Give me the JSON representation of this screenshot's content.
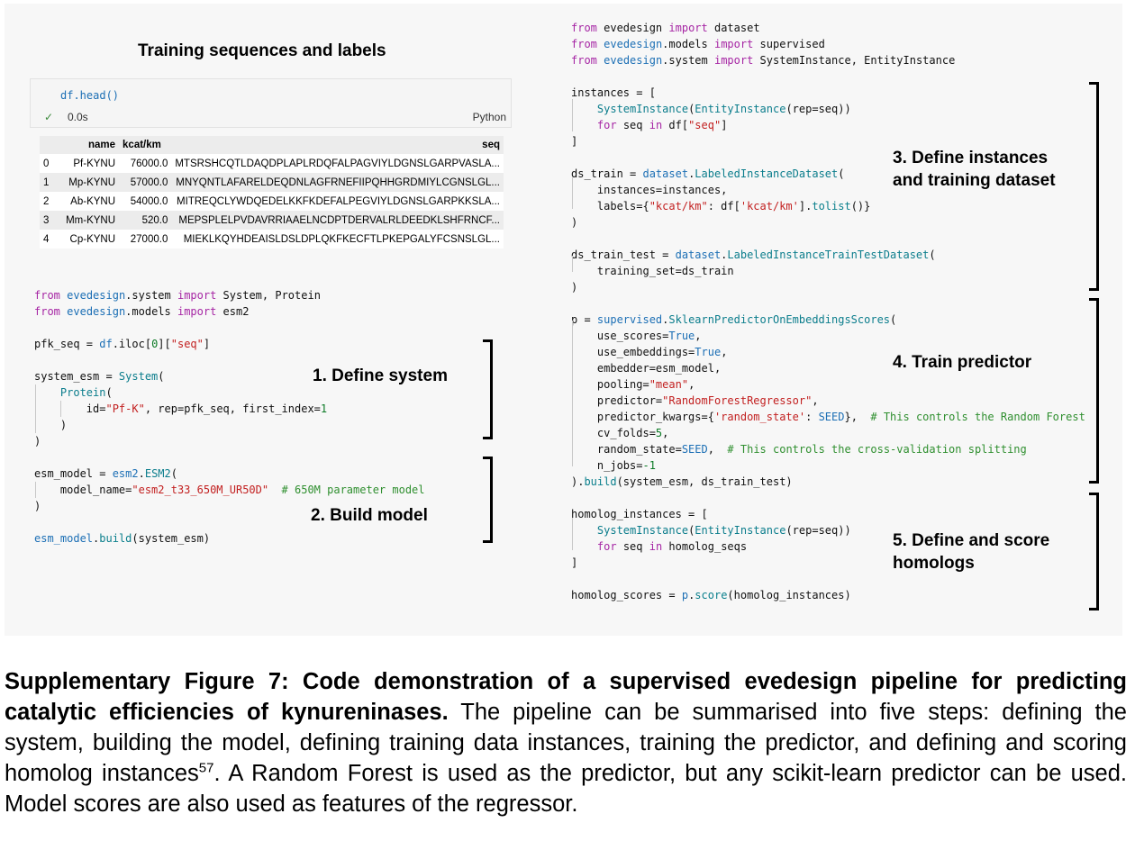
{
  "table_panel": {
    "title": "Training sequences and labels",
    "cell_code": "df.head()",
    "status_check": "✓",
    "exec_time": "0.0s",
    "language": "Python",
    "columns": [
      "",
      "name",
      "kcat/km",
      "seq"
    ],
    "rows": [
      [
        "0",
        "Pf-KYNU",
        "76000.0",
        "MTSRSHCQTLDAQDPLAPLRDQFALPAGVIYLDGNSLGARPVASLA..."
      ],
      [
        "1",
        "Mp-KYNU",
        "57000.0",
        "MNYQNTLAFARELDEQDNLAGFRNEFIIPQHHGRDMIYLCGNSLGL..."
      ],
      [
        "2",
        "Ab-KYNU",
        "54000.0",
        "MITREQCLYWDQEDELKKFKDEFALPEGVIYLDGNSLGARPKKSLA..."
      ],
      [
        "3",
        "Mm-KYNU",
        "520.0",
        "MEPSPLELPVDAVRRIAAELNCDPTDERVALRLDEEDKLSHFRNCF..."
      ],
      [
        "4",
        "Cp-KYNU",
        "27000.0",
        "MIEKLKQYHDEAISLDSLDPLQKFKECFTLPKEPGALYFCSNSLGL..."
      ]
    ]
  },
  "left_code": [
    "from evedesign.system import System, Protein",
    "from evedesign.models import esm2",
    "",
    "pfk_seq = df.iloc[0][\"seq\"]",
    "",
    "system_esm = System(",
    "    Protein(",
    "        id=\"Pf-K\", rep=pfk_seq, first_index=1",
    "    )",
    ")",
    "",
    "esm_model = esm2.ESM2(",
    "    model_name=\"esm2_t33_650M_UR50D\"  # 650M parameter model",
    ")",
    "",
    "esm_model.build(system_esm)"
  ],
  "right_code": [
    "from evedesign import dataset",
    "from evedesign.models import supervised",
    "from evedesign.system import SystemInstance, EntityInstance",
    "",
    "instances = [",
    "    SystemInstance(EntityInstance(rep=seq))",
    "    for seq in df[\"seq\"]",
    "]",
    "",
    "ds_train = dataset.LabeledInstanceDataset(",
    "    instances=instances,",
    "    labels={\"kcat/km\": df['kcat/km'].tolist()}",
    ")",
    "",
    "ds_train_test = dataset.LabeledInstanceTrainTestDataset(",
    "    training_set=ds_train",
    ")",
    "",
    "p = supervised.SklearnPredictorOnEmbeddingsScores(",
    "    use_scores=True,",
    "    use_embeddings=True,",
    "    embedder=esm_model,",
    "    pooling=\"mean\",",
    "    predictor=\"RandomForestRegressor\",",
    "    predictor_kwargs={'random_state': SEED},  # This controls the Random Forest",
    "    cv_folds=5,",
    "    random_state=SEED,  # This controls the cross-validation splitting",
    "    n_jobs=-1",
    ").build(system_esm, ds_train_test)",
    "",
    "homolog_instances = [",
    "    SystemInstance(EntityInstance(rep=seq))",
    "    for seq in homolog_seqs",
    "]",
    "",
    "homolog_scores = p.score(homolog_instances)"
  ],
  "step_labels": {
    "step1": "1. Define system",
    "step2": "2. Build model",
    "step3_line1": "3. Define instances",
    "step3_line2": "and training dataset",
    "step4": "4. Train predictor",
    "step5_line1": "5. Define and score",
    "step5_line2": "homologs"
  },
  "caption": {
    "bold": "Supplementary Figure 7: Code demonstration of a supervised evedesign pipeline for predicting catalytic efficiencies of kynureninases.",
    "text_before_ref": " The pipeline can be summarised into five steps: defining the system, building the model, defining training data instances, training the predictor, and defining and scoring homolog instances",
    "ref": "57",
    "text_after_ref": ". A Random Forest is used as the predictor, but any scikit-learn predictor can be used. Model scores are also used as features of the regressor."
  }
}
